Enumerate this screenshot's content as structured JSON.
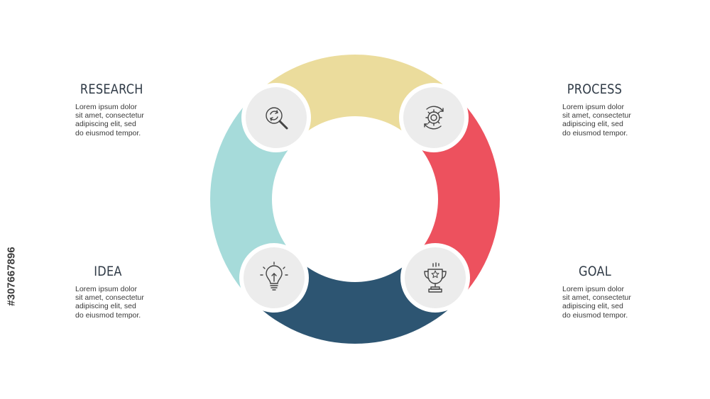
{
  "colors": {
    "research": "#ebdc9c",
    "process": "#ed515e",
    "goal": "#2d5572",
    "idea": "#a6dbda",
    "node_fill": "#ececec",
    "icon_stroke": "#444444"
  },
  "steps": {
    "research": {
      "title": "RESEARCH",
      "text": "Lorem ipsum dolor\nsit amet, consectetur\nadipiscing elit, sed\ndo eiusmod tempor.",
      "icon": "magnifier-refresh-icon"
    },
    "process": {
      "title": "PROCESS",
      "text": "Lorem ipsum dolor\nsit amet, consectetur\nadipiscing elit, sed\ndo eiusmod tempor.",
      "icon": "gear-cycle-icon"
    },
    "idea": {
      "title": "IDEA",
      "text": "Lorem ipsum dolor\nsit amet, consectetur\nadipiscing elit, sed\ndo eiusmod tempor.",
      "icon": "lightbulb-icon"
    },
    "goal": {
      "title": "GOAL",
      "text": "Lorem ipsum dolor\nsit amet, consectetur\nadipiscing elit, sed\ndo eiusmod tempor.",
      "icon": "trophy-icon"
    }
  },
  "watermark": {
    "text": "#307667896"
  }
}
